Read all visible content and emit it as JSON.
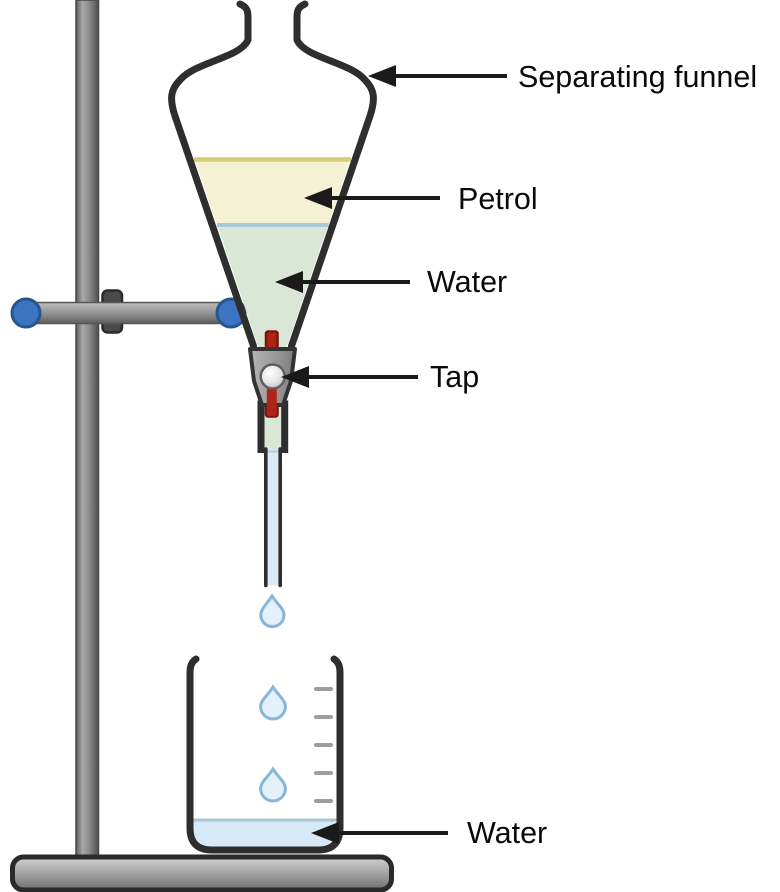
{
  "diagram": {
    "type": "separating-funnel-separation",
    "description_labels_count": 5
  },
  "labels": {
    "separating_funnel": "Separating funnel",
    "petrol": "Petrol",
    "water_top": "Water",
    "tap": "Tap",
    "water_bottom": "Water"
  },
  "beaker": {
    "graduation_marks": 5,
    "falling_drops": 3
  },
  "colors": {
    "outline": "#2e2e2e",
    "arrow": "#1a1a1a",
    "petrol_fill": "#f4f1d4",
    "petrol_surface_line": "#d6ce77",
    "interface_line": "#a7cbd8",
    "funnel_water_fill": "#dbe7d6",
    "stem_liquid_fill": "#d9e9f6",
    "drop_fill": "#e4f0fa",
    "drop_stroke": "#87b6d7",
    "beaker_water_fill": "#d7e9f7",
    "beaker_water_surface": "#a9c4d4",
    "graduation_gray": "#9e9e9e",
    "tap_red": "#b02418",
    "tap_red_edge": "#7a150c",
    "knob_blue": "#3b74c0",
    "knob_blue_edge": "#27568f"
  }
}
